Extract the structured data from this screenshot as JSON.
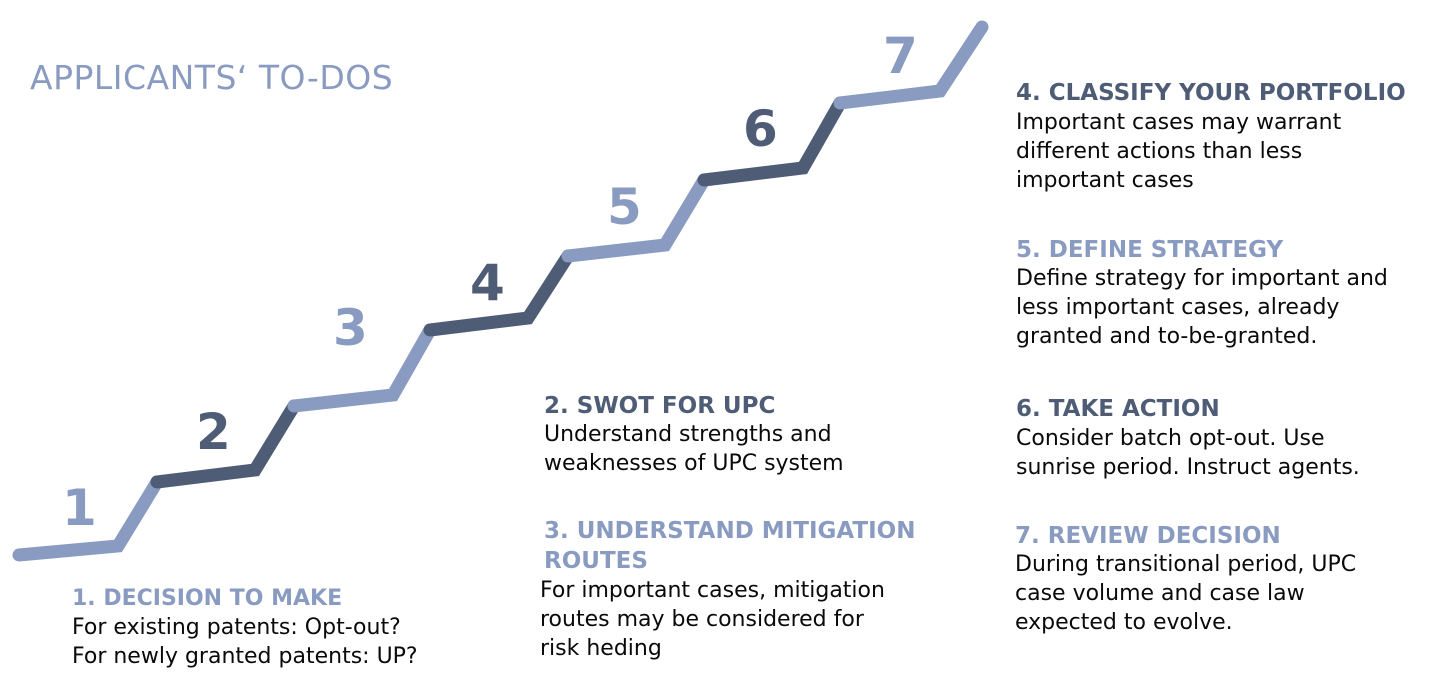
{
  "title": "APPLICANTS‘ TO-DOS",
  "colors": {
    "light": "#8a9bc1",
    "dark": "#4e5c75",
    "text": "#0a0a0a"
  },
  "stair_numbers": [
    "1",
    "2",
    "3",
    "4",
    "5",
    "6",
    "7"
  ],
  "steps": [
    {
      "heading": "1. DECISION TO MAKE",
      "lines": [
        "For existing patents: Opt-out?",
        "For newly granted patents: UP?"
      ]
    },
    {
      "heading": "2. SWOT FOR UPC",
      "lines": [
        "Understand strengths and",
        "weaknesses of UPC system"
      ]
    },
    {
      "heading": [
        "3. UNDERSTAND MITIGATION",
        "ROUTES"
      ],
      "lines": [
        "For important cases, mitigation",
        "routes may be considered for",
        "risk heding"
      ]
    },
    {
      "heading": "4. CLASSIFY YOUR PORTFOLIO",
      "lines": [
        "Important cases may warrant",
        "different actions than less",
        "important cases"
      ]
    },
    {
      "heading": "5. DEFINE STRATEGY",
      "lines": [
        "Define strategy for important and",
        "less important cases, already",
        "granted and to-be-granted."
      ]
    },
    {
      "heading": "6. TAKE ACTION",
      "lines": [
        "Consider batch opt-out. Use",
        "sunrise period. Instruct agents."
      ]
    },
    {
      "heading": "7. REVIEW DECISION",
      "lines": [
        "During transitional period, UPC",
        "case volume and case law",
        "expected to evolve."
      ]
    }
  ]
}
